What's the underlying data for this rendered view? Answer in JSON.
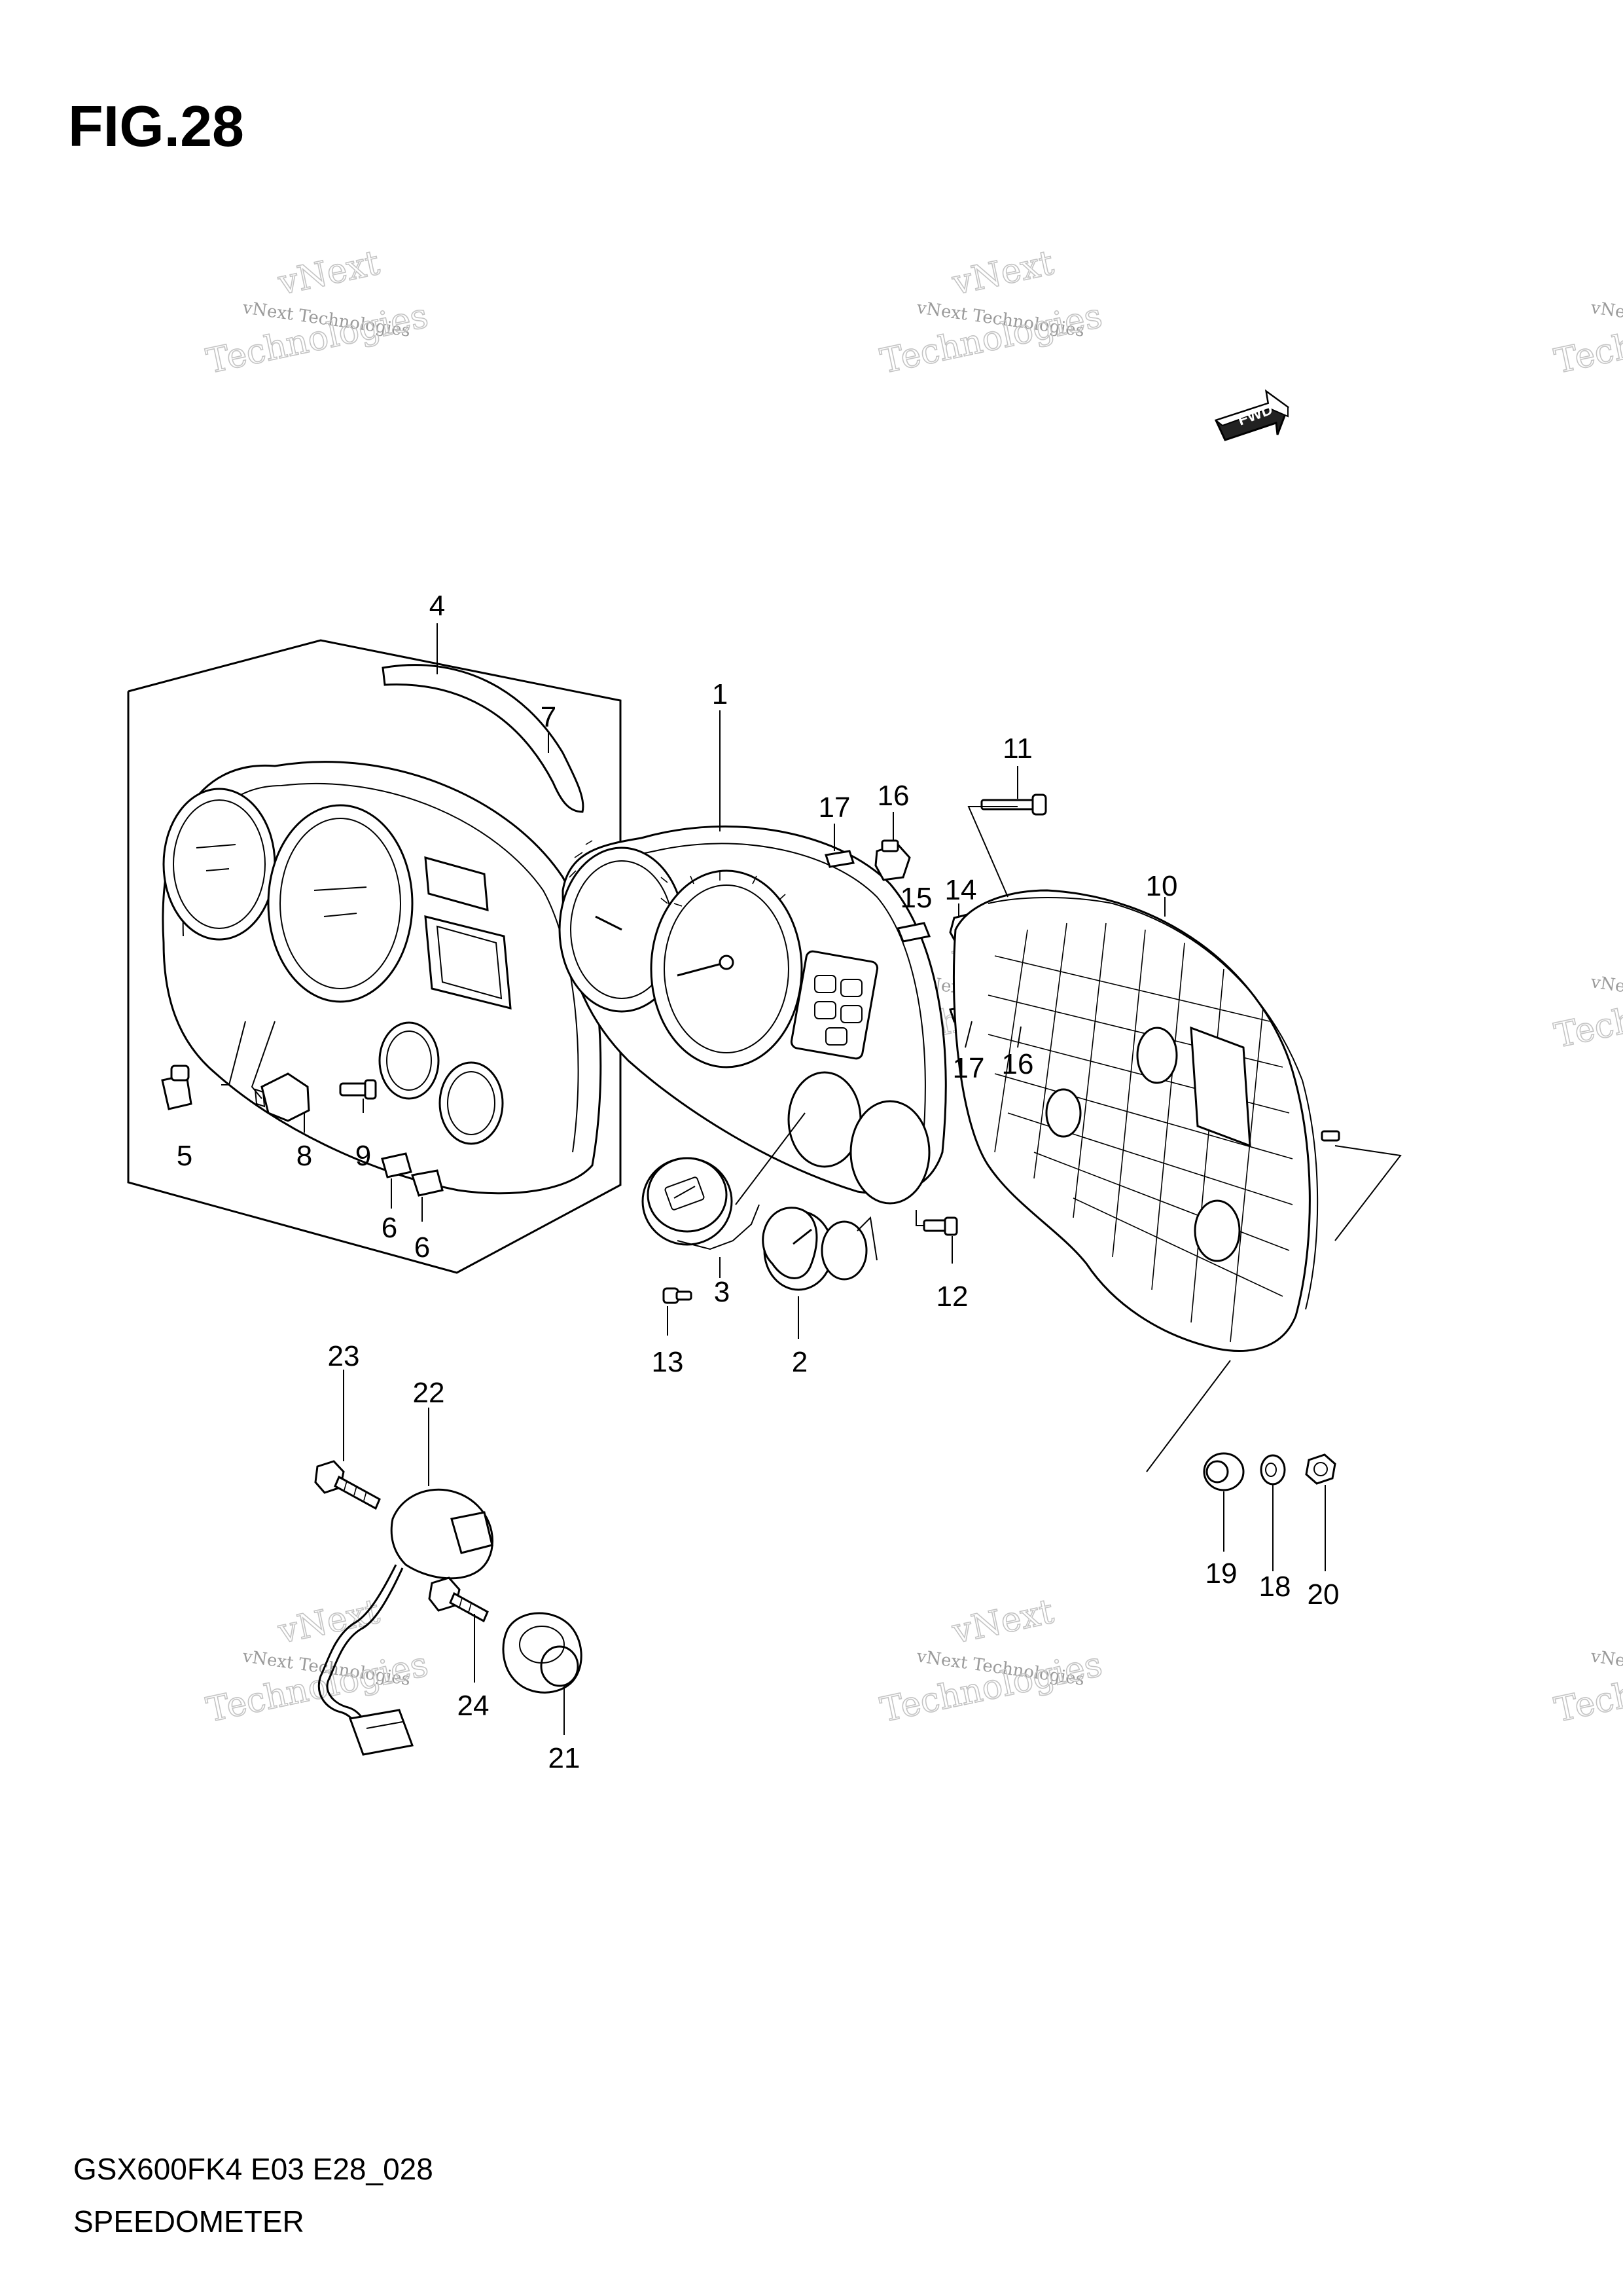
{
  "figure": {
    "title": "FIG.28",
    "model_code": "GSX600FK4 E03 E28_028",
    "assembly_name": "SPEEDOMETER",
    "fwd_label": "FWD"
  },
  "watermark": {
    "small_text": "vNext Technologies",
    "big_line1": "vNext",
    "big_line2": "Technologies"
  },
  "callouts": [
    {
      "id": "c1",
      "label": "1"
    },
    {
      "id": "c2",
      "label": "2"
    },
    {
      "id": "c3",
      "label": "3"
    },
    {
      "id": "c4",
      "label": "4"
    },
    {
      "id": "c5",
      "label": "5"
    },
    {
      "id": "c6a",
      "label": "6"
    },
    {
      "id": "c6b",
      "label": "6"
    },
    {
      "id": "c7",
      "label": "7"
    },
    {
      "id": "c8",
      "label": "8"
    },
    {
      "id": "c9",
      "label": "9"
    },
    {
      "id": "c10",
      "label": "10"
    },
    {
      "id": "c11",
      "label": "11"
    },
    {
      "id": "c12",
      "label": "12"
    },
    {
      "id": "c13",
      "label": "13"
    },
    {
      "id": "c14",
      "label": "14"
    },
    {
      "id": "c15",
      "label": "15"
    },
    {
      "id": "c16a",
      "label": "16"
    },
    {
      "id": "c16b",
      "label": "16"
    },
    {
      "id": "c17a",
      "label": "17"
    },
    {
      "id": "c17b",
      "label": "17"
    },
    {
      "id": "c18",
      "label": "18"
    },
    {
      "id": "c19",
      "label": "19"
    },
    {
      "id": "c20",
      "label": "20"
    },
    {
      "id": "c21",
      "label": "21"
    },
    {
      "id": "c22",
      "label": "22"
    },
    {
      "id": "c23",
      "label": "23"
    },
    {
      "id": "c24",
      "label": "24"
    }
  ]
}
